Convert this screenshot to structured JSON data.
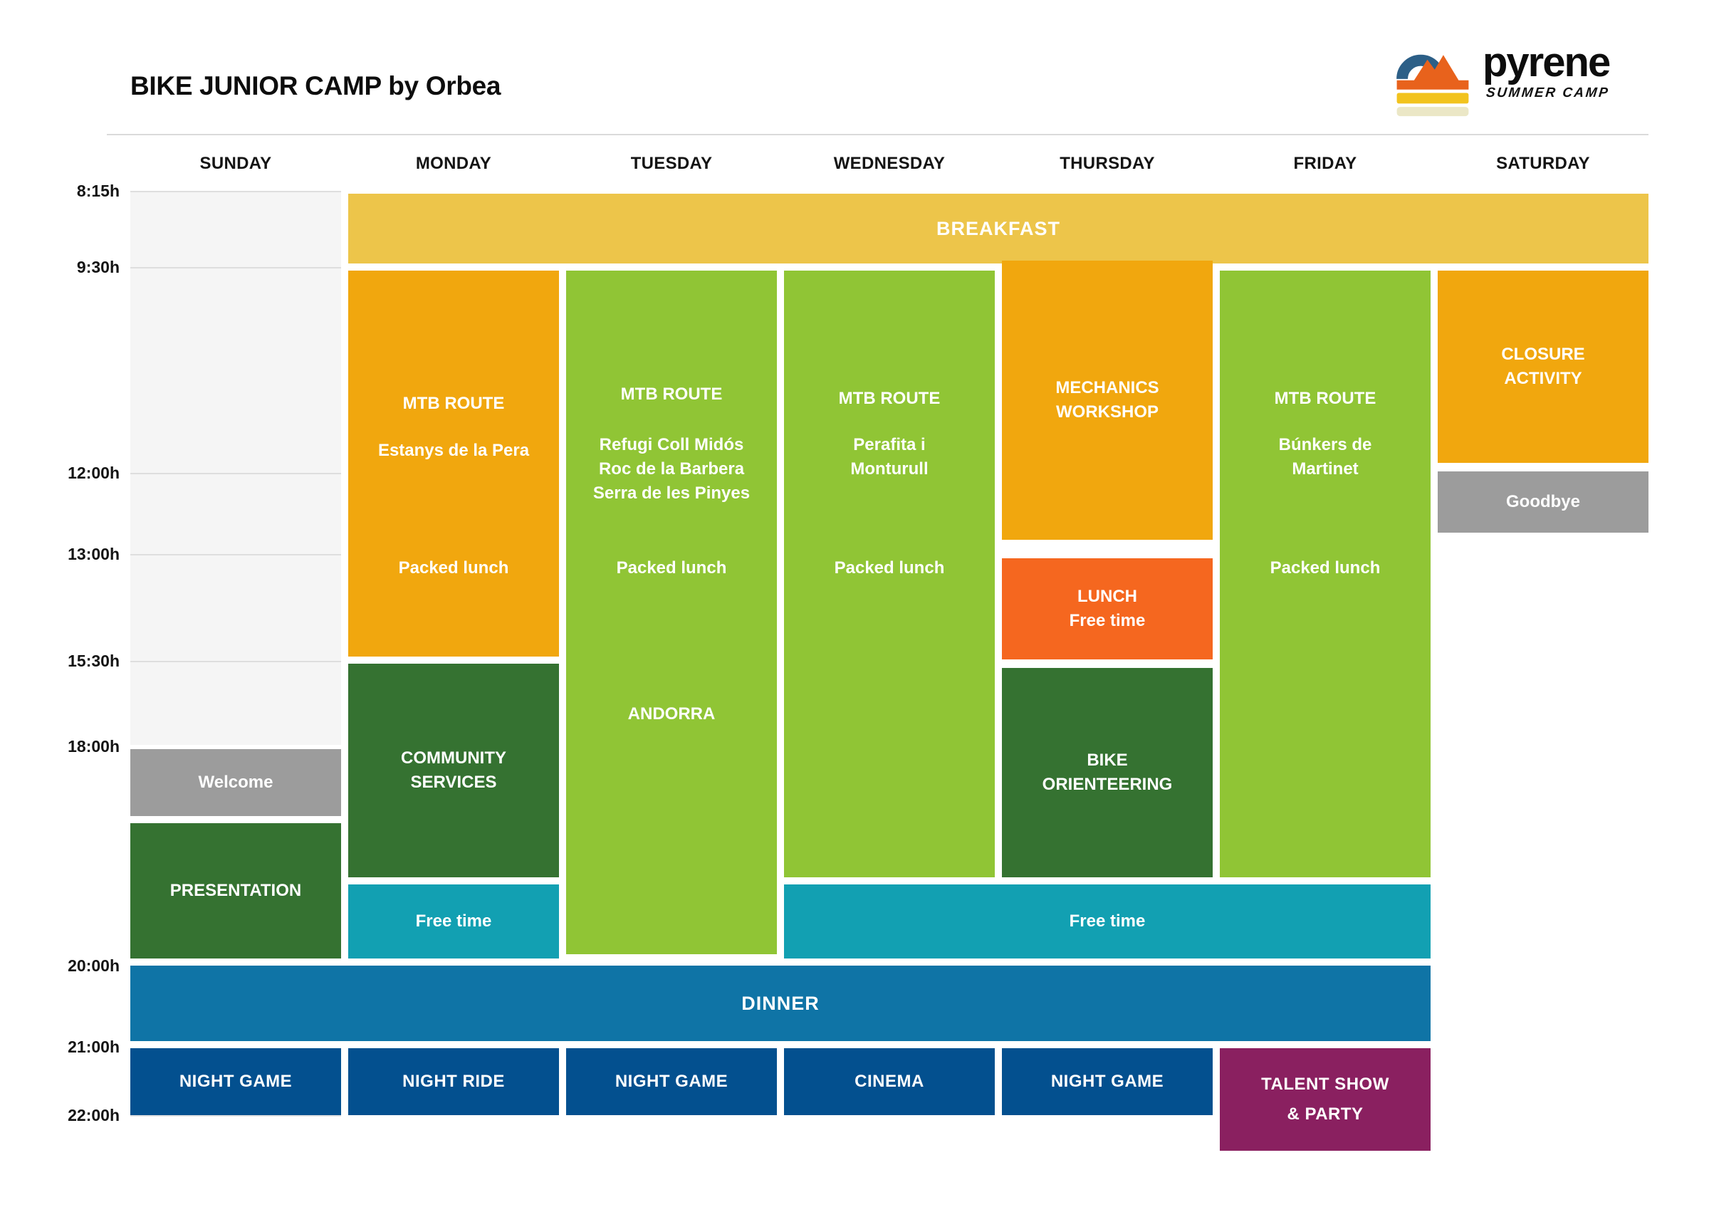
{
  "header": {
    "title": "BIKE JUNIOR CAMP by Orbea",
    "logo": {
      "brand": "pyrene",
      "tagline": "SUMMER CAMP"
    }
  },
  "days": [
    "SUNDAY",
    "MONDAY",
    "TUESDAY",
    "WEDNESDAY",
    "THURSDAY",
    "FRIDAY",
    "SATURDAY"
  ],
  "times": [
    "8:15h",
    "9:30h",
    "12:00h",
    "13:00h",
    "15:30h",
    "18:00h",
    "20:00h",
    "21:00h",
    "22:00h"
  ],
  "colors": {
    "breakfast_yellow": "#edc54a",
    "route_orange": "#f1a70e",
    "mtb_green": "#90c535",
    "activity_dark_green": "#357231",
    "free_time_teal": "#12a0b2",
    "dinner_blue": "#0f74a6",
    "night_blue": "#03508f",
    "party_purple": "#8a2060",
    "neutral_gray": "#9c9c9c",
    "logo_blue": "#2c5f87",
    "logo_orange": "#e8621c",
    "logo_yellow": "#f2c31e",
    "logo_cream": "#ebe7c6"
  },
  "events": {
    "breakfast": {
      "lines": [
        "BREAKFAST"
      ]
    },
    "welcome": {
      "lines": [
        "Welcome"
      ]
    },
    "presentation": {
      "lines": [
        "PRESENTATION"
      ]
    },
    "night_sunday": {
      "lines": [
        "NIGHT GAME"
      ]
    },
    "mon_mtb": {
      "lines": [
        "MTB ROUTE",
        "Estanys de la Pera",
        "Packed lunch"
      ]
    },
    "mon_community": {
      "lines": [
        "COMMUNITY",
        "SERVICES"
      ]
    },
    "mon_free": {
      "lines": [
        "Free time"
      ]
    },
    "night_monday": {
      "lines": [
        "NIGHT RIDE"
      ]
    },
    "tue_mtb": {
      "lines": [
        "MTB ROUTE",
        "Refugi Coll Midós",
        "Roc de la Barbera",
        "Serra de les Pinyes",
        "Packed lunch",
        "ANDORRA"
      ]
    },
    "night_tuesday": {
      "lines": [
        "NIGHT GAME"
      ]
    },
    "wed_mtb": {
      "lines": [
        "MTB ROUTE",
        "Perafita i",
        "Monturull",
        "Packed lunch"
      ]
    },
    "night_wednesday": {
      "lines": [
        "CINEMA"
      ]
    },
    "thu_mechanics": {
      "lines": [
        "MECHANICS",
        "WORKSHOP"
      ]
    },
    "thu_lunch": {
      "lines": [
        "LUNCH",
        "Free time"
      ]
    },
    "thu_bike": {
      "lines": [
        "BIKE",
        "ORIENTEERING"
      ]
    },
    "night_thursday": {
      "lines": [
        "NIGHT GAME"
      ]
    },
    "fri_mtb": {
      "lines": [
        "MTB ROUTE",
        "Búnkers de",
        "Martinet",
        "Packed lunch"
      ]
    },
    "fri_talent": {
      "lines": [
        "TALENT SHOW",
        "& PARTY"
      ]
    },
    "sat_closure": {
      "lines": [
        "CLOSURE",
        "ACTIVITY"
      ]
    },
    "sat_goodbye": {
      "lines": [
        "Goodbye"
      ]
    },
    "shared_free": {
      "lines": [
        "Free time"
      ]
    },
    "dinner": {
      "lines": [
        "DINNER"
      ]
    }
  }
}
